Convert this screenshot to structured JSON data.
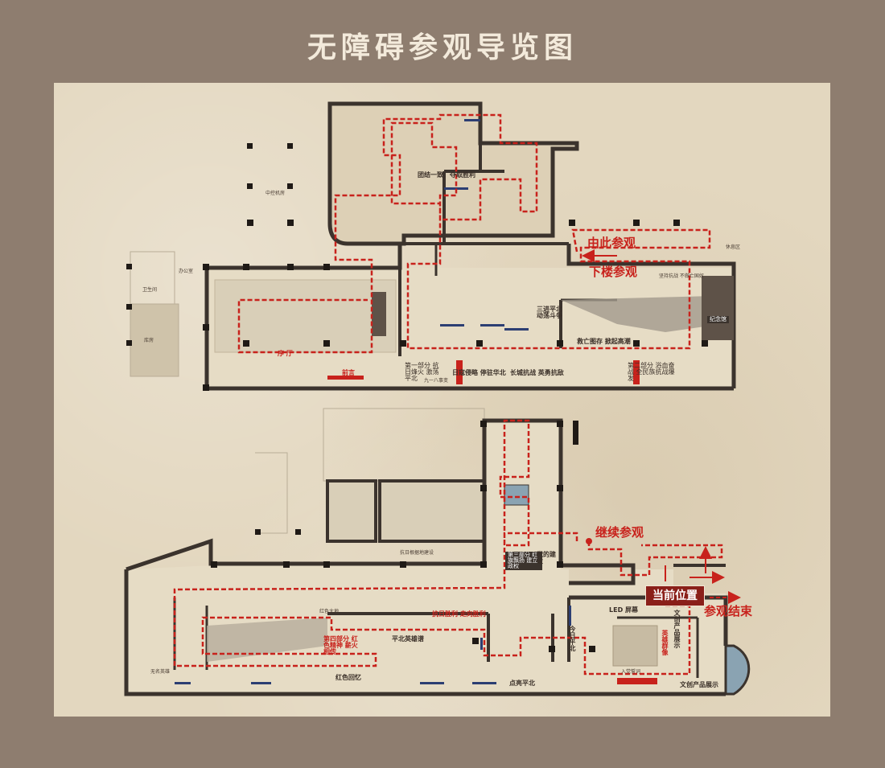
{
  "title": "无障碍参观导览图",
  "colors": {
    "background": "#8e7d6f",
    "map_paper": "#e3d7bf",
    "wall": "#3b332d",
    "route": "#c8221c",
    "current_marker": "#8a1f19",
    "title_text": "#f3eadb"
  },
  "upper_floor": {
    "route_labels": {
      "start": "由此参观",
      "downstairs": "下楼参观"
    },
    "rooms": {
      "lobby": "序 厅",
      "preface": "前言",
      "part1": "第一部分 抗日烽火 激荡平北",
      "part2": "第二部分 浴血奋战 全民族抗战爆发",
      "section_unity": "团结一致，夺取胜利",
      "section_struggle": "三进平北 动荡斗争",
      "section_survival": "救亡图存 掀起高潮",
      "section_northeast": "日寇侵略 停驻华北",
      "section_greatwall": "长城抗战 英勇抗敌",
      "section_918": "九一八事变",
      "memorial": "纪念馆",
      "central_room": "中控机房",
      "storage": "库房",
      "restroom": "卫生间",
      "office": "办公室",
      "lounge": "休息区",
      "slogan": "坚持抗战 不做亡国奴"
    }
  },
  "lower_floor": {
    "route_labels": {
      "continue": "继续参观",
      "current_position": "当前位置",
      "end": "参观结束"
    },
    "rooms": {
      "part3": "第三部分 红旗飘扬 建立政权",
      "part4": "第四部分 红色精神 薪火相传",
      "led_screen": "LED 屏幕",
      "pingbei_road": "平北英雄谱",
      "cultural_area": "文创产品展示",
      "cultural_products": "文创产品展示",
      "red_memory": "红色回忆",
      "pingbei_point": "点亮平北",
      "today_pingbei": "今日平北",
      "party_building": "党的建设",
      "hero_album": "英雄群像",
      "intro_entrance": "入党誓词",
      "victory": "抗日胜利 走向胜利",
      "red_land": "红色大地",
      "resistance_base": "抗日根据地建设",
      "unknown_heroes": "无名英雄"
    }
  }
}
